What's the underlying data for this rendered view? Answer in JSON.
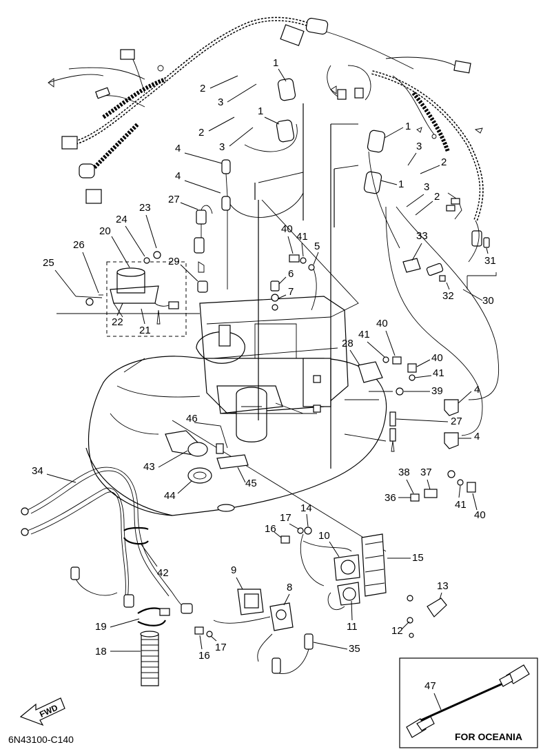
{
  "drawing_code": "6N43100-C140",
  "fwd_label": "FWD",
  "inset_label": "FOR OCEANIA",
  "callouts": [
    "1",
    "1",
    "1",
    "1",
    "2",
    "2",
    "2",
    "2",
    "3",
    "3",
    "3",
    "3",
    "4",
    "4",
    "4",
    "4",
    "5",
    "6",
    "7",
    "8",
    "9",
    "10",
    "11",
    "12",
    "13",
    "14",
    "15",
    "16",
    "16",
    "17",
    "17",
    "18",
    "19",
    "20",
    "21",
    "22",
    "23",
    "24",
    "25",
    "26",
    "27",
    "27",
    "28",
    "29",
    "30",
    "31",
    "32",
    "33",
    "34",
    "35",
    "36",
    "37",
    "38",
    "39",
    "40",
    "40",
    "40",
    "40",
    "41",
    "41",
    "41",
    "41",
    "42",
    "43",
    "44",
    "45",
    "46",
    "47"
  ]
}
